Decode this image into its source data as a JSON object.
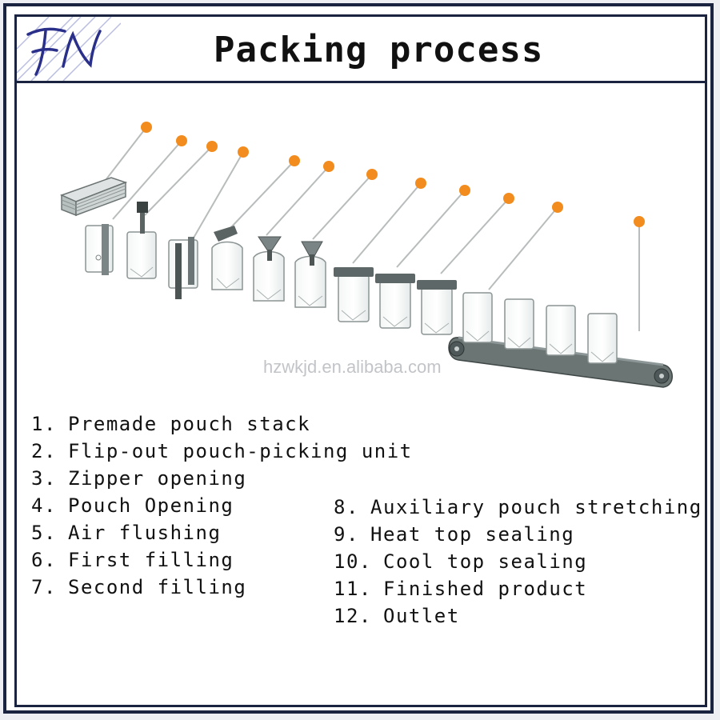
{
  "title": "Packing process",
  "watermark": "hzwkjd.en.alibaba.com",
  "logo_letters": "FN",
  "colors": {
    "frame": "#1a2440",
    "dot": "#f28c1e",
    "conveyor": "#6b7574"
  },
  "steps_left": [
    {
      "num": "1.",
      "label": "Premade pouch stack"
    },
    {
      "num": "2.",
      "label": "Flip-out pouch-picking unit"
    },
    {
      "num": "3.",
      "label": "Zipper opening"
    },
    {
      "num": "4.",
      "label": "Pouch Opening"
    },
    {
      "num": "5.",
      "label": "Air flushing"
    },
    {
      "num": "6.",
      "label": "First filling"
    },
    {
      "num": "7.",
      "label": "Second filling"
    }
  ],
  "steps_right": [
    {
      "num": "8.",
      "label": "Auxiliary pouch stretching"
    },
    {
      "num": "9.",
      "label": "Heat top sealing"
    },
    {
      "num": "10.",
      "label": "Cool top sealing"
    },
    {
      "num": "11.",
      "label": "Finished product"
    },
    {
      "num": "12.",
      "label": "Outlet"
    }
  ]
}
